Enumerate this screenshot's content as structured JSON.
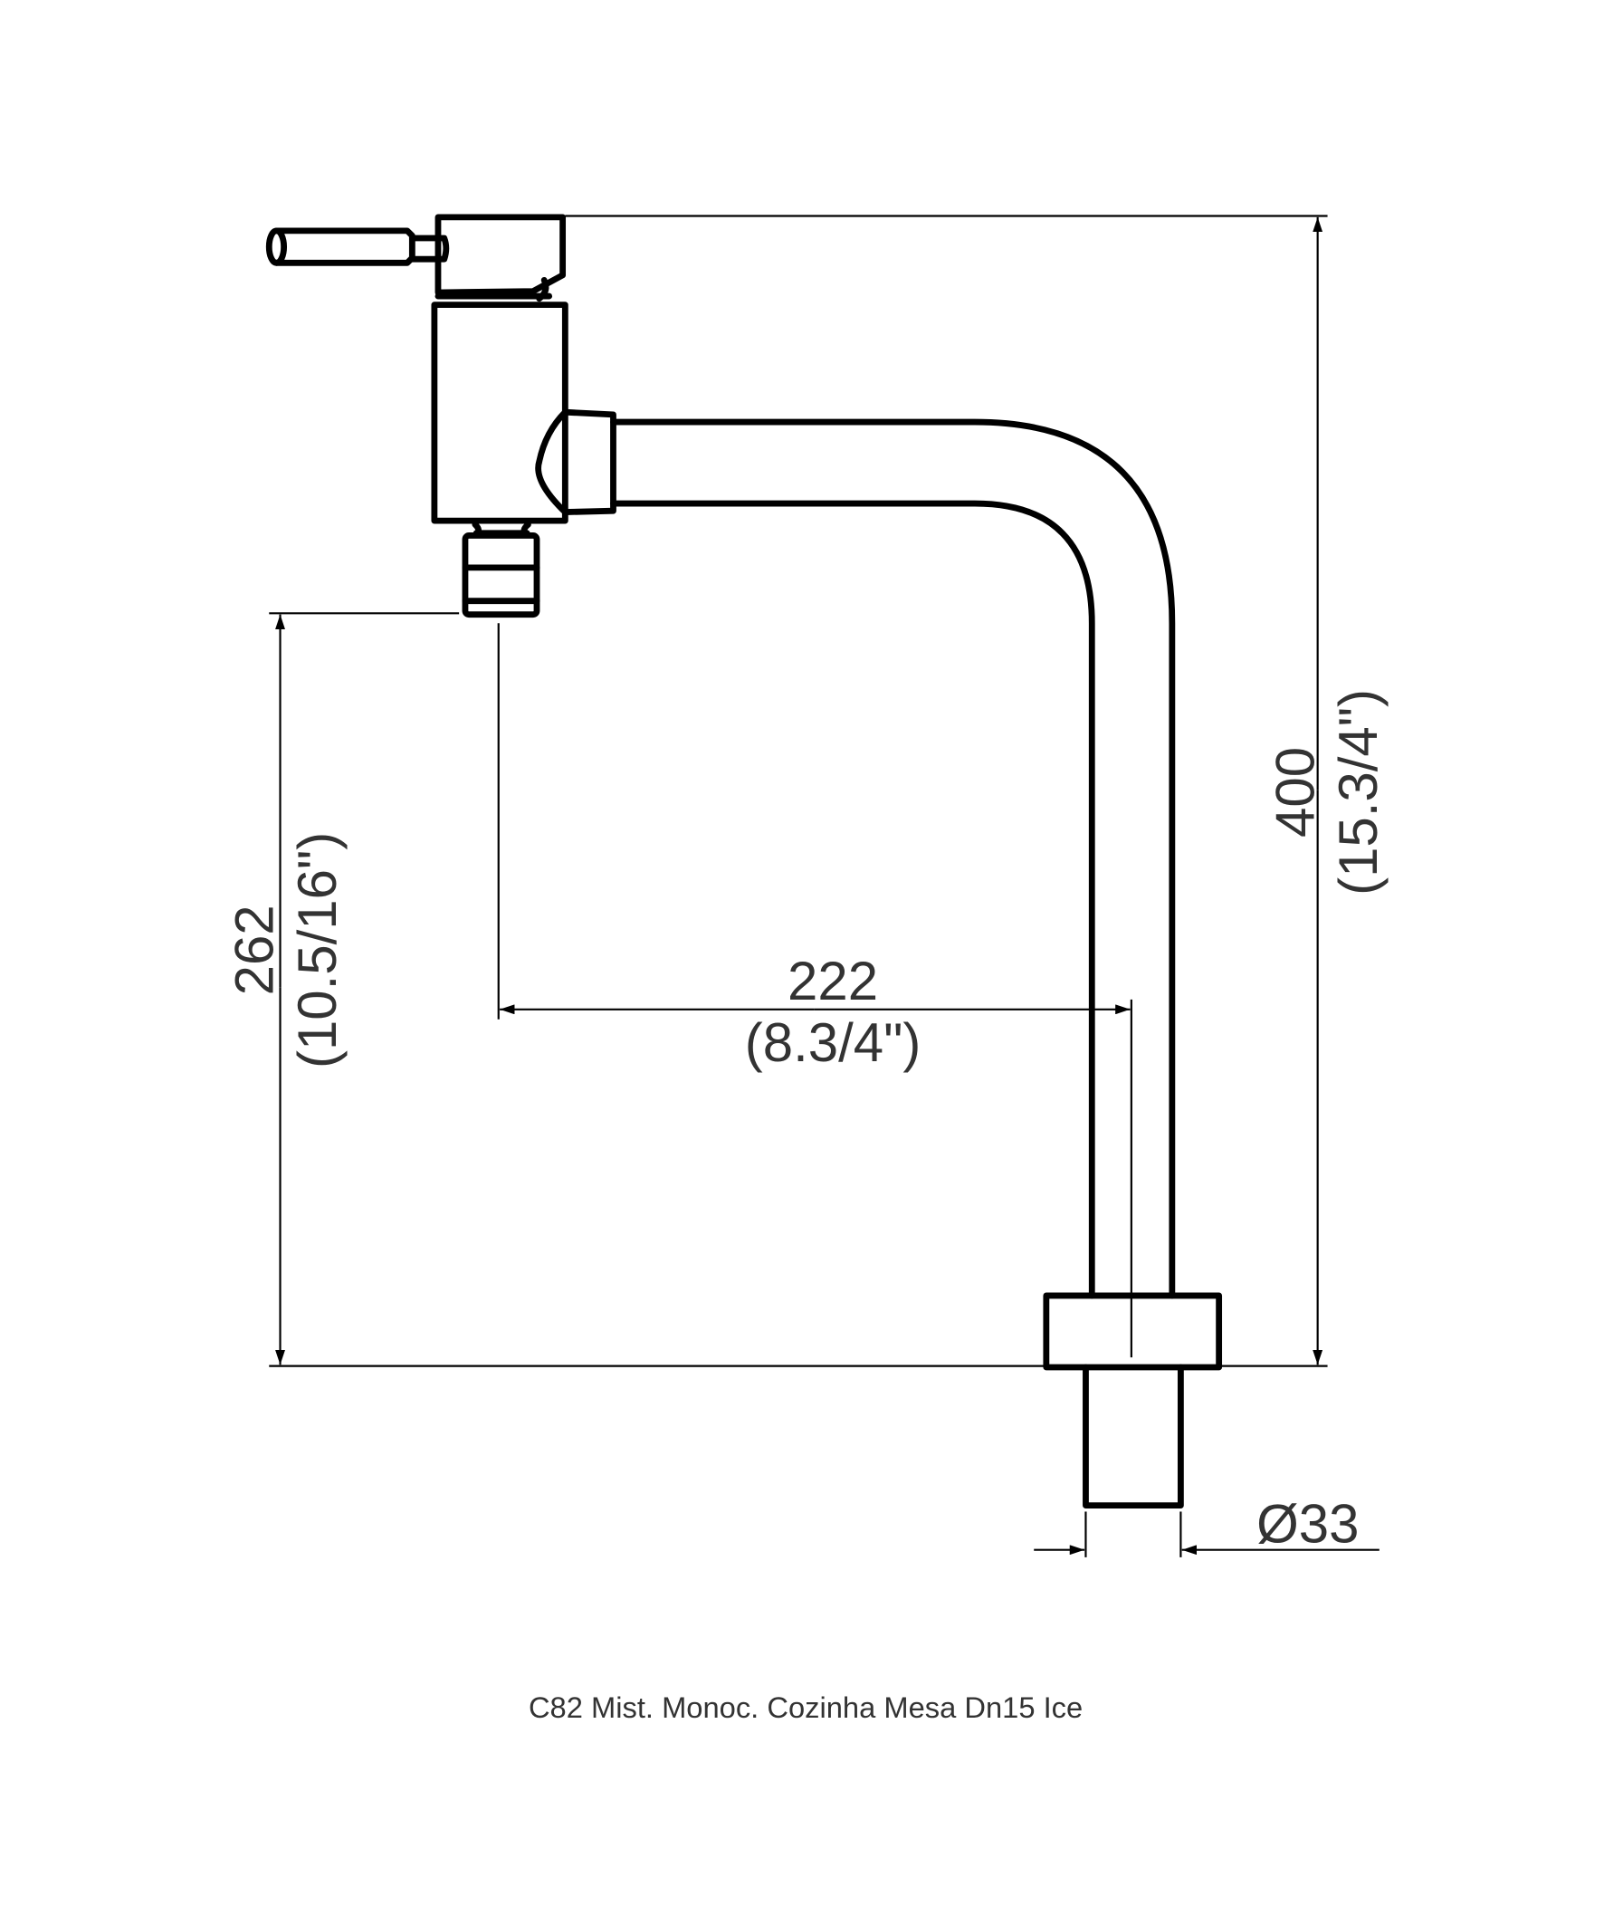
{
  "drawing": {
    "caption": "C82 Mist. Monoc. Cozinha Mesa Dn15 Ice",
    "dimensions": {
      "height_total": {
        "mm": "400",
        "inch": "(15.3/4\")"
      },
      "spout_height": {
        "mm": "262",
        "inch": "(10.5/16\")"
      },
      "spout_reach": {
        "mm": "222",
        "inch": "(8.3/4\")"
      },
      "shank_diameter": {
        "mm": "Ø33"
      }
    }
  }
}
